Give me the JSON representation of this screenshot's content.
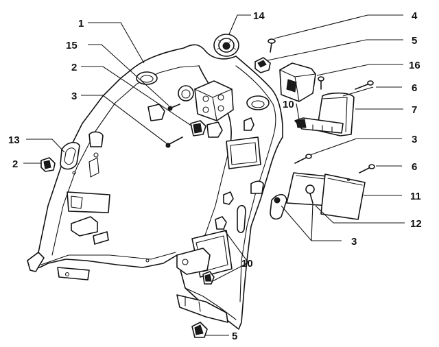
{
  "diagram": {
    "callouts": {
      "c1": "1",
      "c2a": "2",
      "c2b": "2",
      "c3a": "3",
      "c3b": "3",
      "c3c": "3",
      "c4": "4",
      "c5a": "5",
      "c5b": "5",
      "c6a": "6",
      "c6b": "6",
      "c7": "7",
      "c10a": "10",
      "c10b": "10",
      "c11": "11",
      "c12": "12",
      "c13": "13",
      "c14": "14",
      "c15": "15",
      "c16": "16"
    }
  }
}
